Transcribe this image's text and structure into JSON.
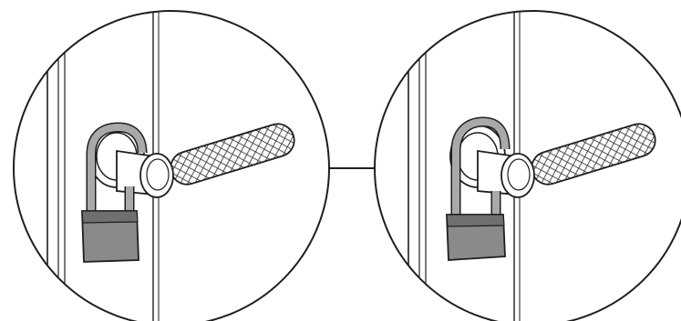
{
  "diagram": {
    "type": "technical-illustration",
    "subject": "padlock-on-lever-handle",
    "panels": [
      {
        "id": "left",
        "shackle_state": "closed-through-handle-hole"
      },
      {
        "id": "right",
        "shackle_state": "closed-around-handle-base"
      }
    ],
    "connector": "straight-line-between-circles"
  },
  "colors": {
    "line": "#1e1e1e",
    "padlock_body": "#8a8a8a",
    "padlock_body_dark": "#6f6f6f",
    "shackle": "#a9a9a9",
    "shackle_inner": "#d9d9d9",
    "handle_hatch": "#3a3a3a",
    "background": "#ffffff"
  },
  "icons": {
    "lock": "padlock-icon",
    "handle": "door-lever-icon"
  }
}
